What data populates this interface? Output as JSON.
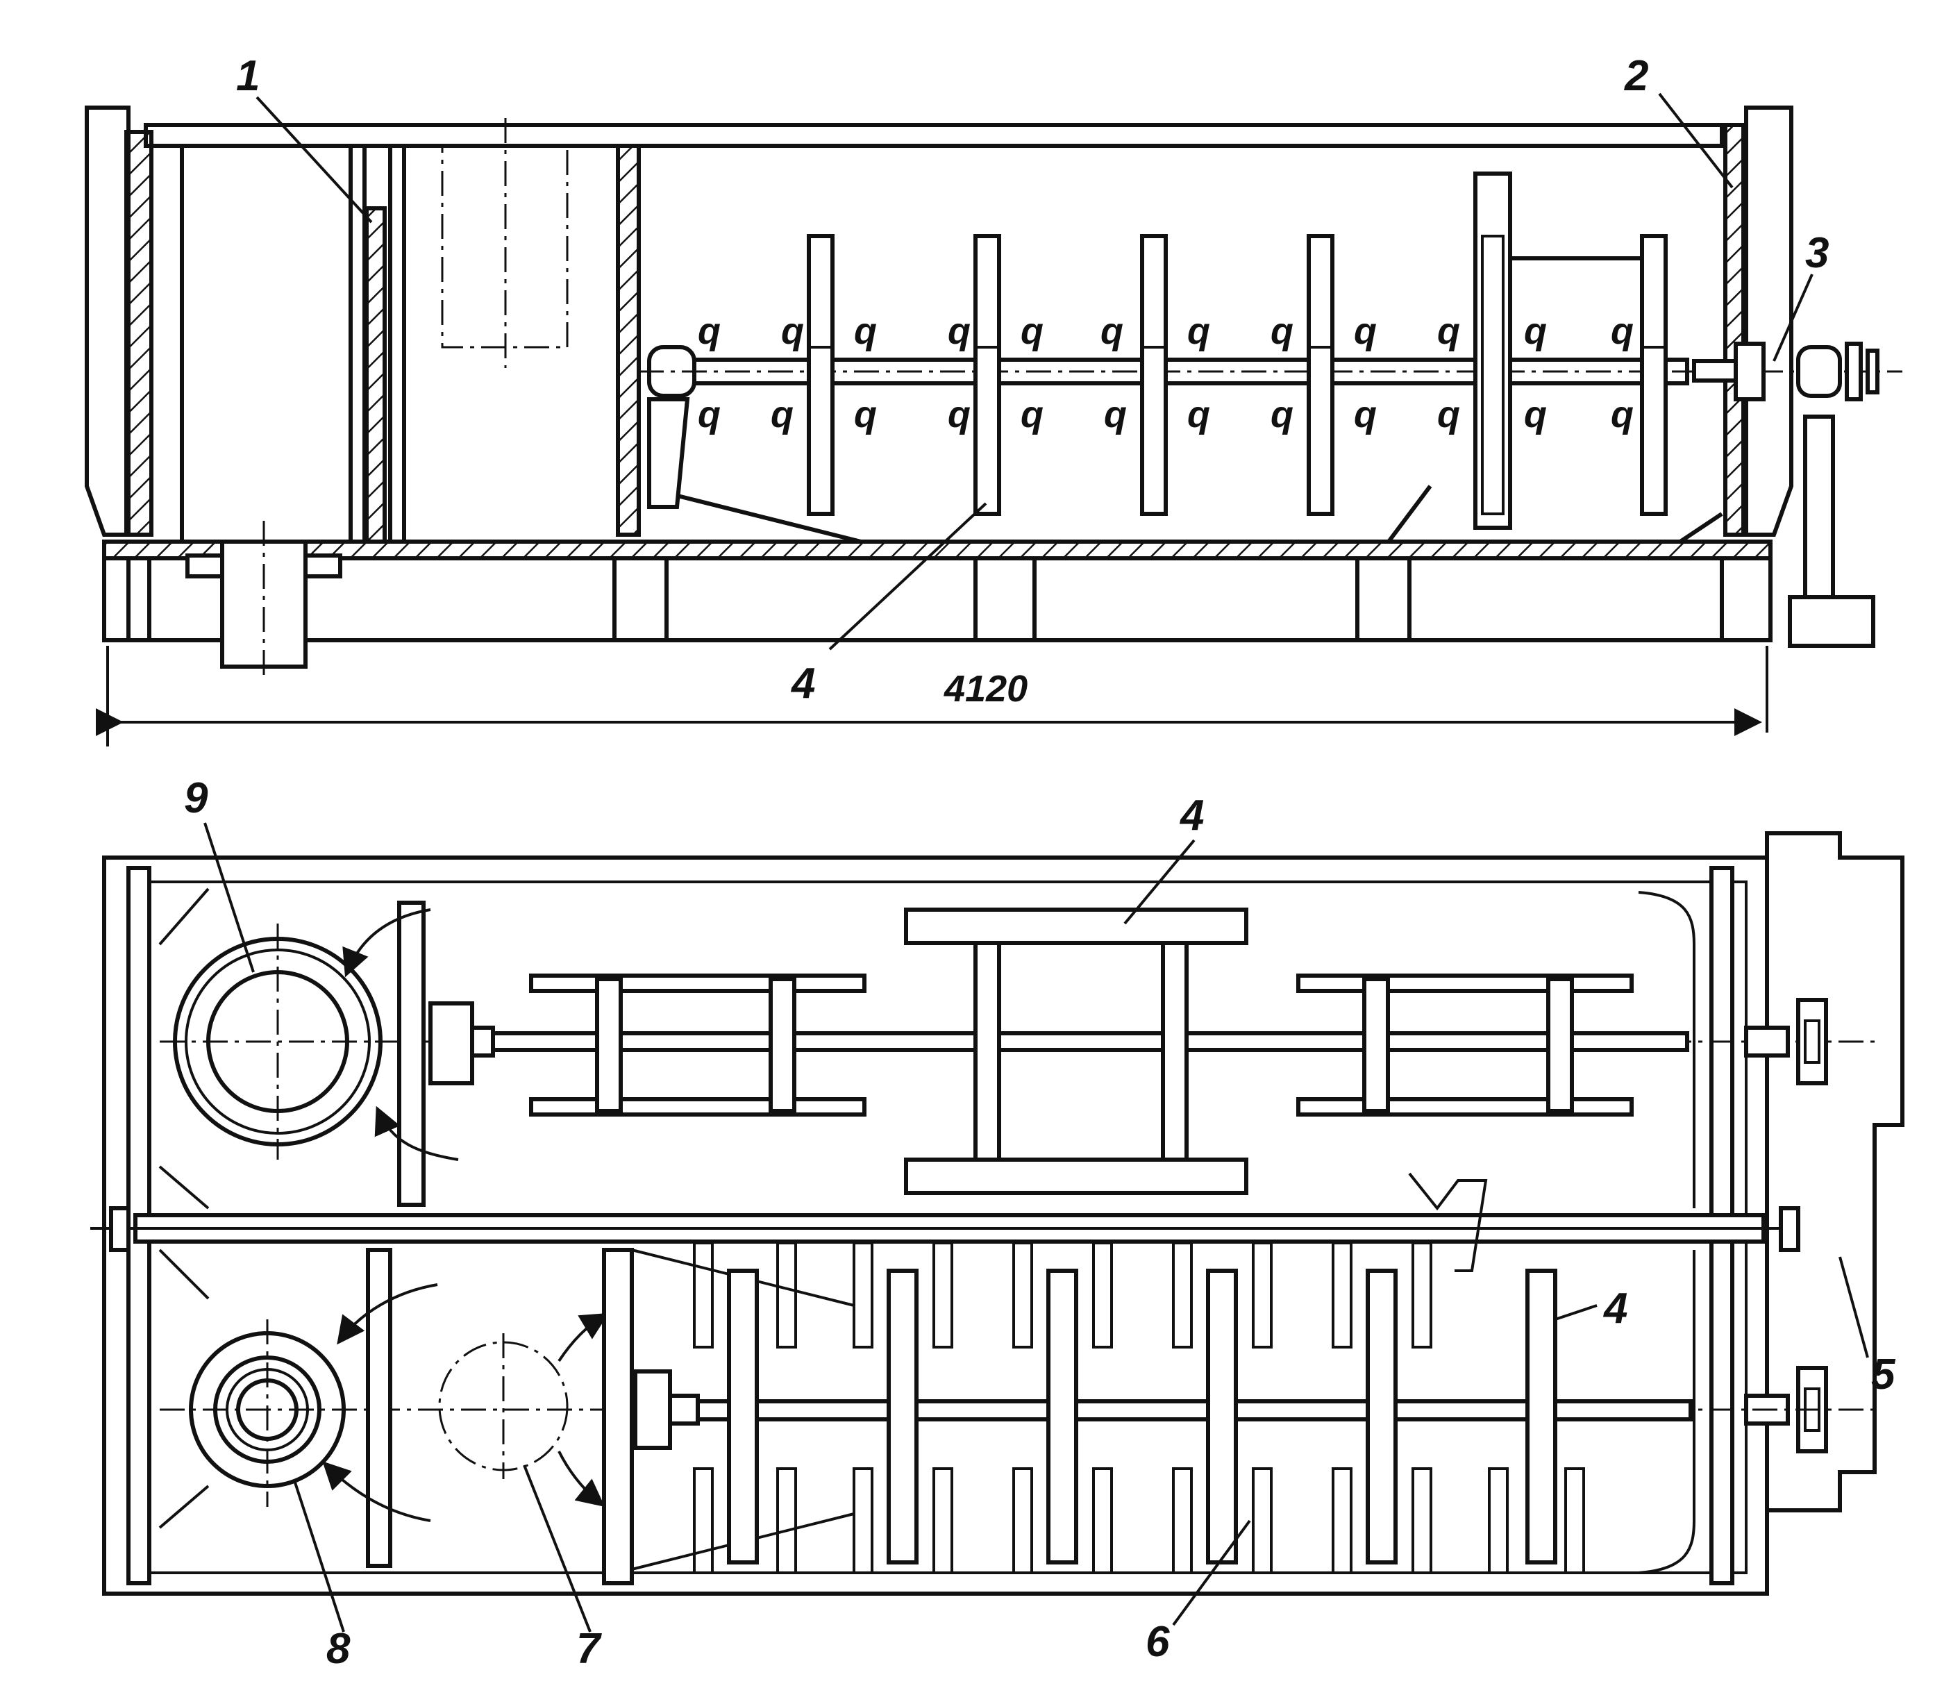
{
  "top_view": {
    "labels": {
      "wall_left_partition": "1",
      "wall_right": "2",
      "bearing": "3",
      "paddle": "4"
    },
    "dimension": "4120"
  },
  "plan_view": {
    "labels": {
      "paddle_top": "4",
      "paddle_bottom": "4",
      "drive": "5",
      "teeth": "6",
      "inlet": "7",
      "outlet_lower": "8",
      "outlet_upper": "9"
    }
  }
}
